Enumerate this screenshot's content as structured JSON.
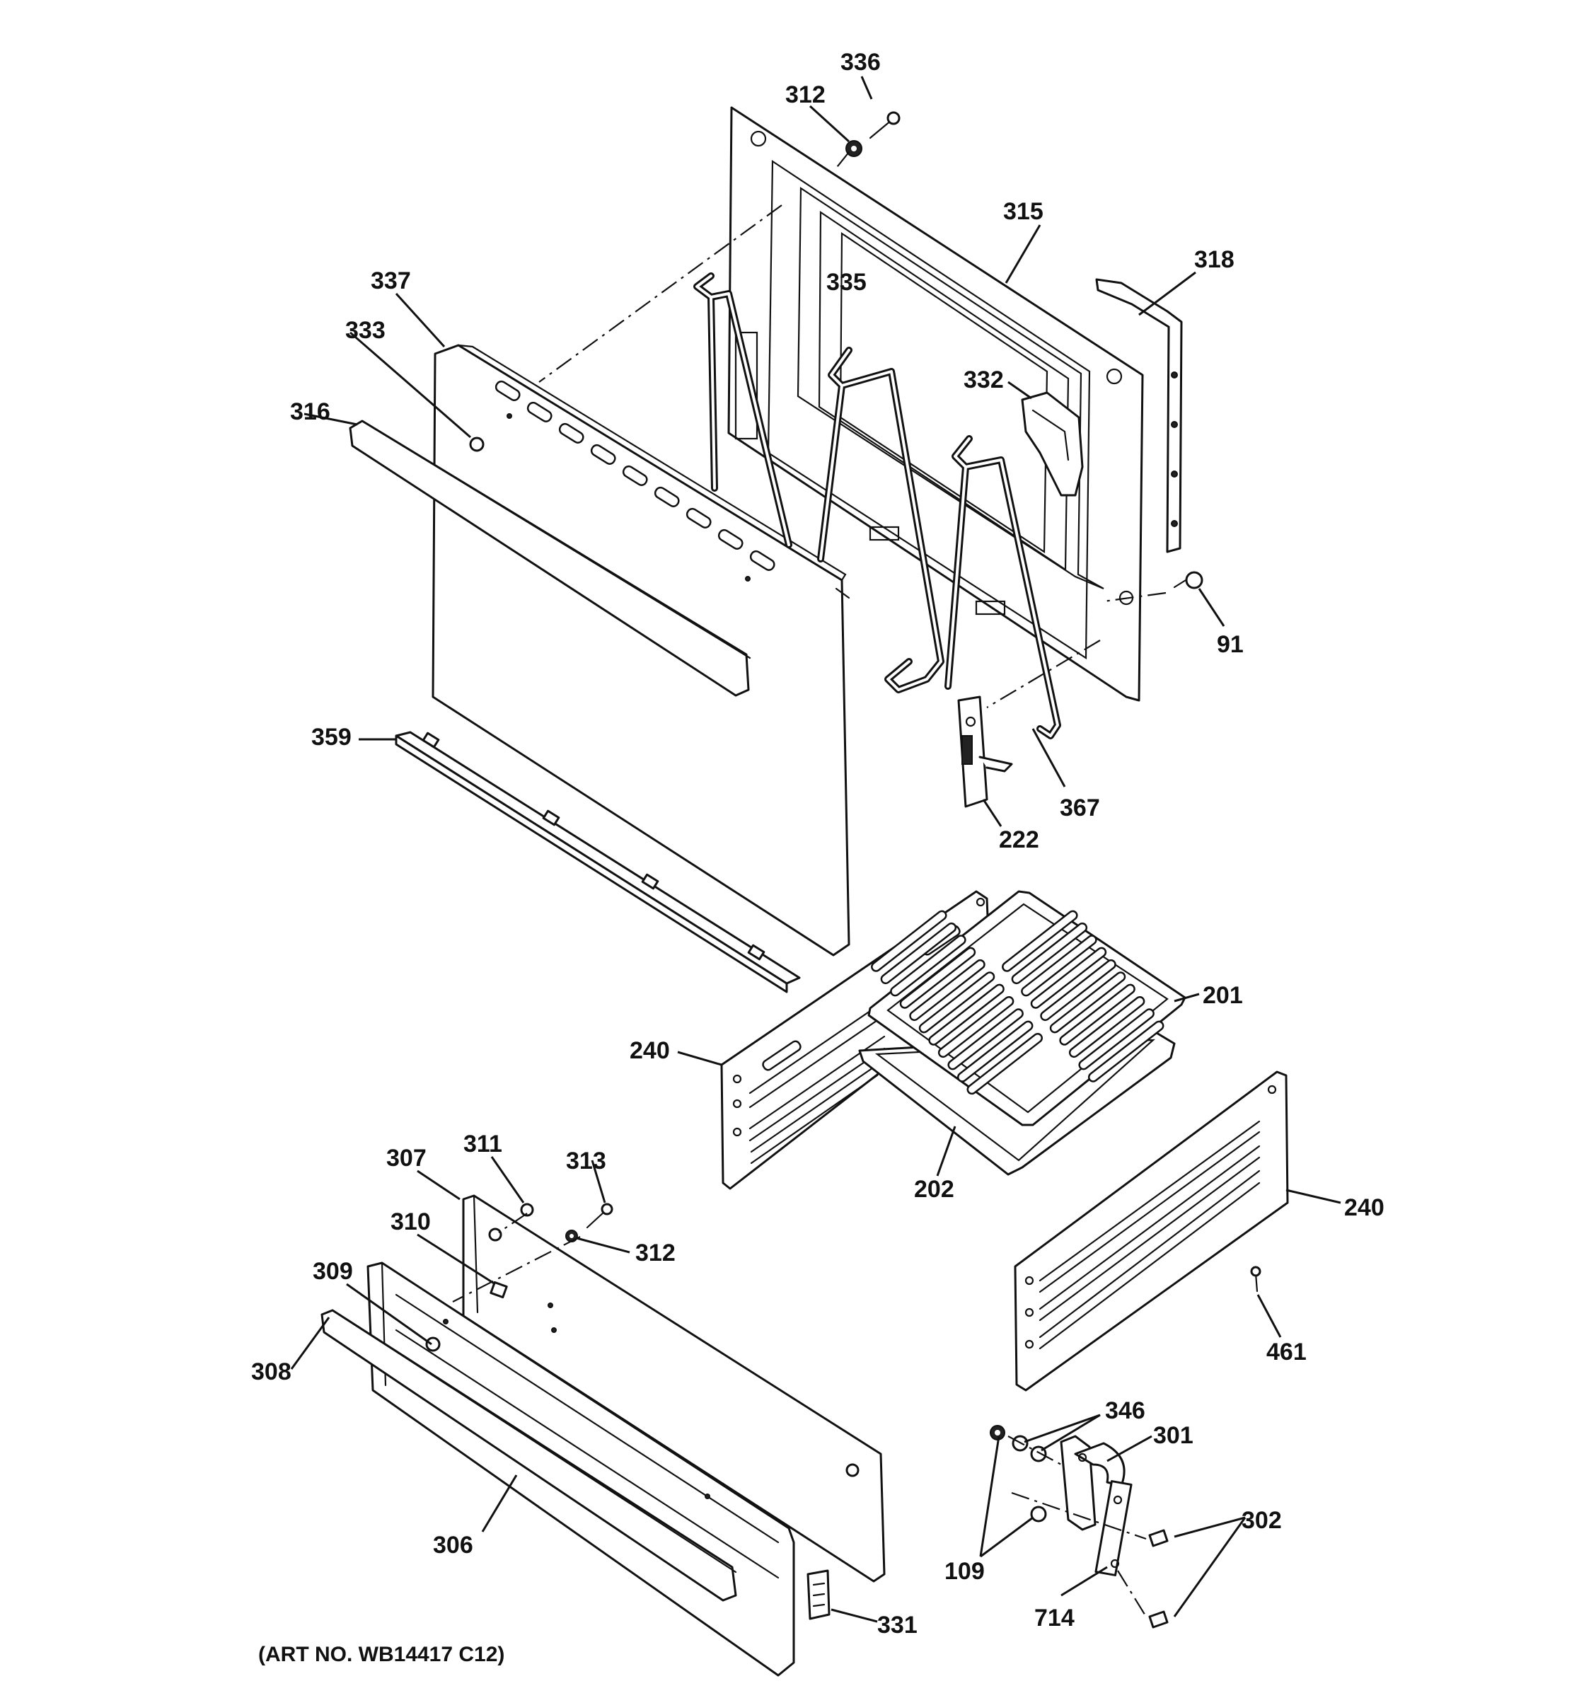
{
  "callouts": {
    "c336": "336",
    "c312a": "312",
    "c315": "315",
    "c318": "318",
    "c337": "337",
    "c335": "335",
    "c333": "333",
    "c332": "332",
    "c316": "316",
    "c91": "91",
    "c359": "359",
    "c367": "367",
    "c222": "222",
    "c201": "201",
    "c240a": "240",
    "c202": "202",
    "c307": "307",
    "c311": "311",
    "c313": "313",
    "c240b": "240",
    "c310": "310",
    "c312b": "312",
    "c309": "309",
    "c461": "461",
    "c308": "308",
    "c346": "346",
    "c301": "301",
    "c302": "302",
    "c306": "306",
    "c109": "109",
    "c714": "714",
    "c331": "331"
  },
  "art_number": "(ART NO. WB14417 C12)"
}
